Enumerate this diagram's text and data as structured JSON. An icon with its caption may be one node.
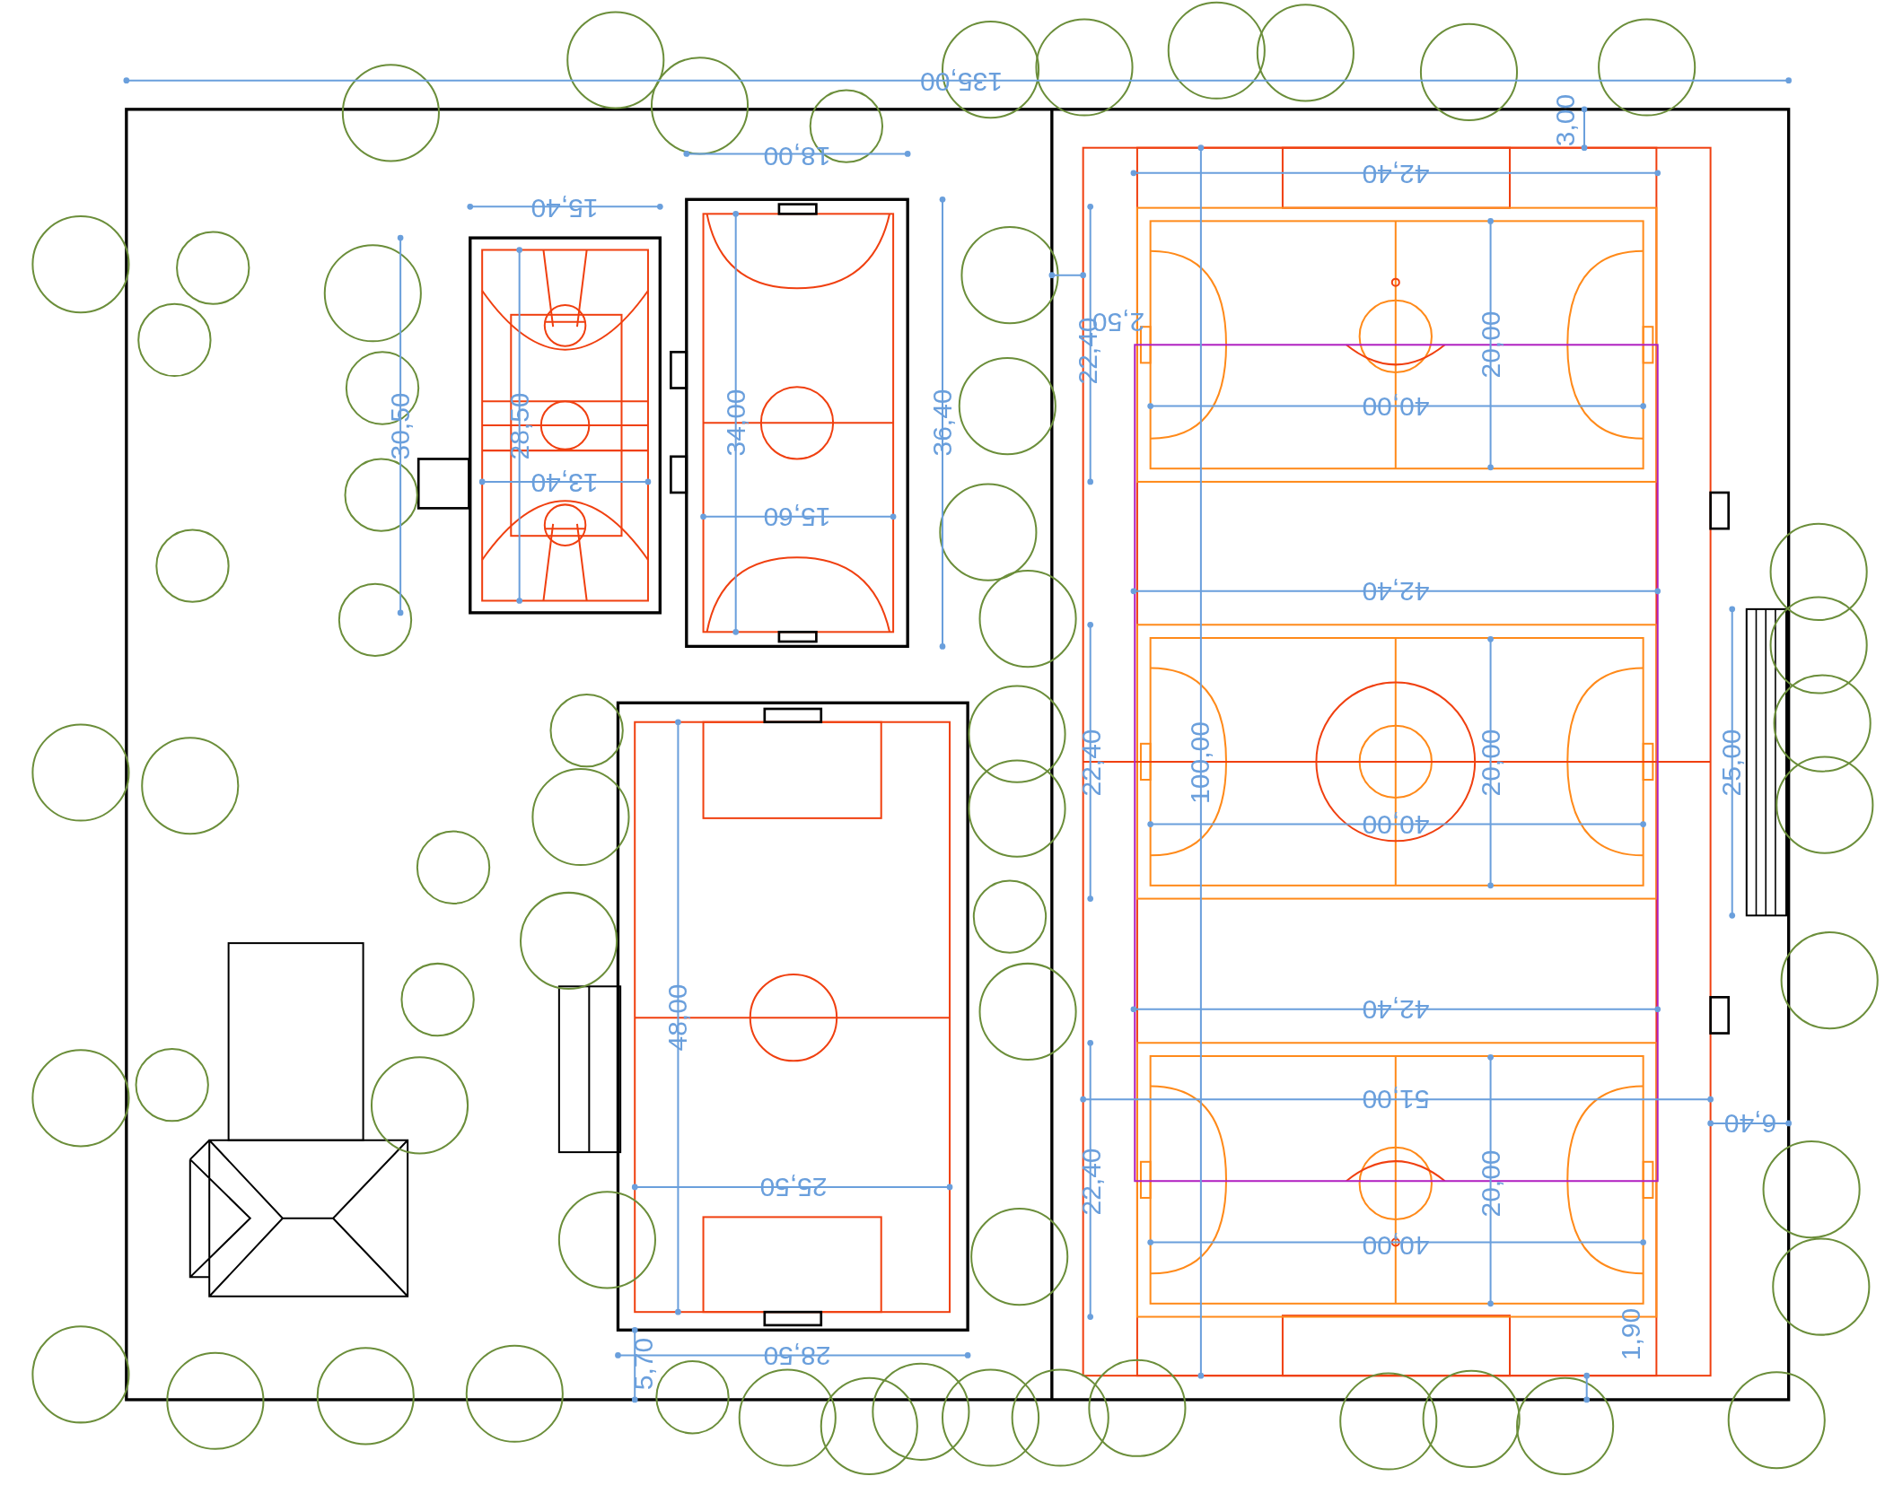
{
  "diagram": {
    "labels": [
      "135,00",
      "3,00",
      "18,00",
      "42,40",
      "15,40",
      "2,50",
      "22,40",
      "20,00",
      "30,50",
      "28,50",
      "34,00",
      "36,40",
      "40,00",
      "13,40",
      "15,60",
      "42,40",
      "22,40",
      "100,00",
      "20,00",
      "25,00",
      "40,00",
      "48,00",
      "42,40",
      "51,00",
      "6,40",
      "22,40",
      "20,00",
      "25,50",
      "40,00",
      "1,90",
      "28,50",
      "5,70"
    ]
  }
}
